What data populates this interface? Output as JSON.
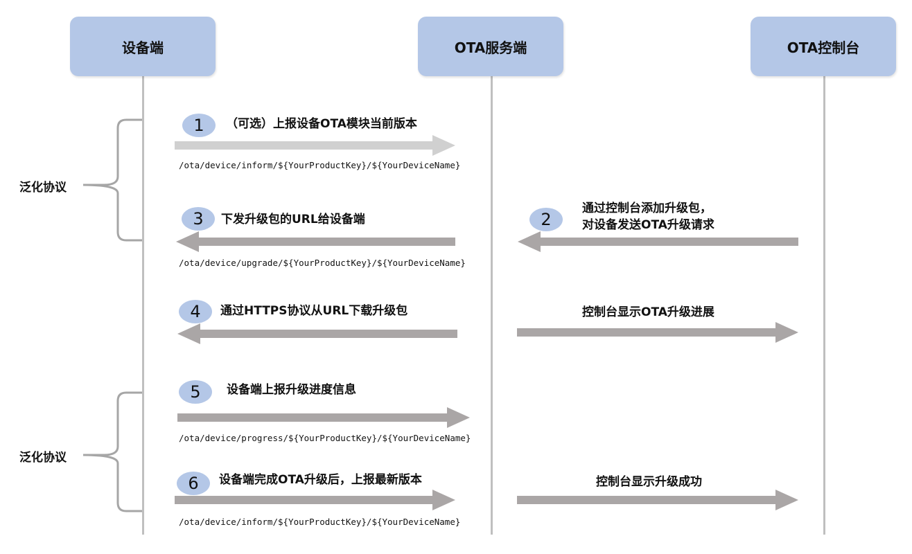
{
  "actors": {
    "device": "设备端",
    "server": "OTA服务端",
    "console": "OTA控制台"
  },
  "groups": [
    {
      "label": "泛化协议"
    },
    {
      "label": "泛化协议"
    }
  ],
  "steps": [
    {
      "num": "1",
      "label": "（可选）上报设备OTA模块当前版本",
      "topic": "/ota/device/inform/${YourProductKey}/${YourDeviceName}"
    },
    {
      "num": "2",
      "label_line1": "通过控制台添加升级包，",
      "label_line2": "对设备发送OTA升级请求"
    },
    {
      "num": "3",
      "label": "下发升级包的URL给设备端",
      "topic": "/ota/device/upgrade/${YourProductKey}/${YourDeviceName}"
    },
    {
      "num": "4",
      "label": "通过HTTPS协议从URL下载升级包",
      "right_label": "控制台显示OTA升级进展"
    },
    {
      "num": "5",
      "label": "设备端上报升级进度信息",
      "topic": "/ota/device/progress/${YourProductKey}/${YourDeviceName}"
    },
    {
      "num": "6",
      "label": "设备端完成OTA升级后，上报最新版本",
      "topic": "/ota/device/inform/${YourProductKey}/${YourDeviceName}",
      "right_label": "控制台显示升级成功"
    }
  ],
  "colors": {
    "actor_fill": "#b4c7e7",
    "arrow_light": "#d0d0d0",
    "arrow_dark": "#aaa6a6",
    "lifeline": "#bfbfbf",
    "brace": "#a6a6a6"
  }
}
